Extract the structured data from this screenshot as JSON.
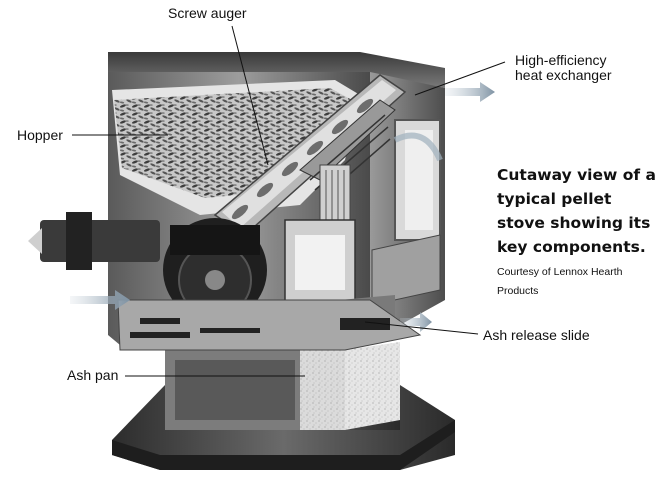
{
  "labels": {
    "screw_auger": "Screw auger",
    "heat_exchanger_line1": "High-efficiency",
    "heat_exchanger_line2": "heat exchanger",
    "hopper": "Hopper",
    "ash_release_slide": "Ash release slide",
    "ash_pan": "Ash pan"
  },
  "caption": {
    "line1": "Cutaway view of a",
    "line2": "typical pellet",
    "line3": "stove showing its",
    "line4": "key components."
  },
  "credit": {
    "line1": "Courtesy of Lennox Hearth",
    "line2": "Products"
  },
  "colors": {
    "background": "#ffffff",
    "ink": "#111111",
    "steel_dark": "#2a2a2a",
    "steel_mid": "#6e6e6e",
    "steel_light": "#bdbdbd",
    "pellet": "#9a9a9a",
    "arrow": "#8fa3b3"
  }
}
